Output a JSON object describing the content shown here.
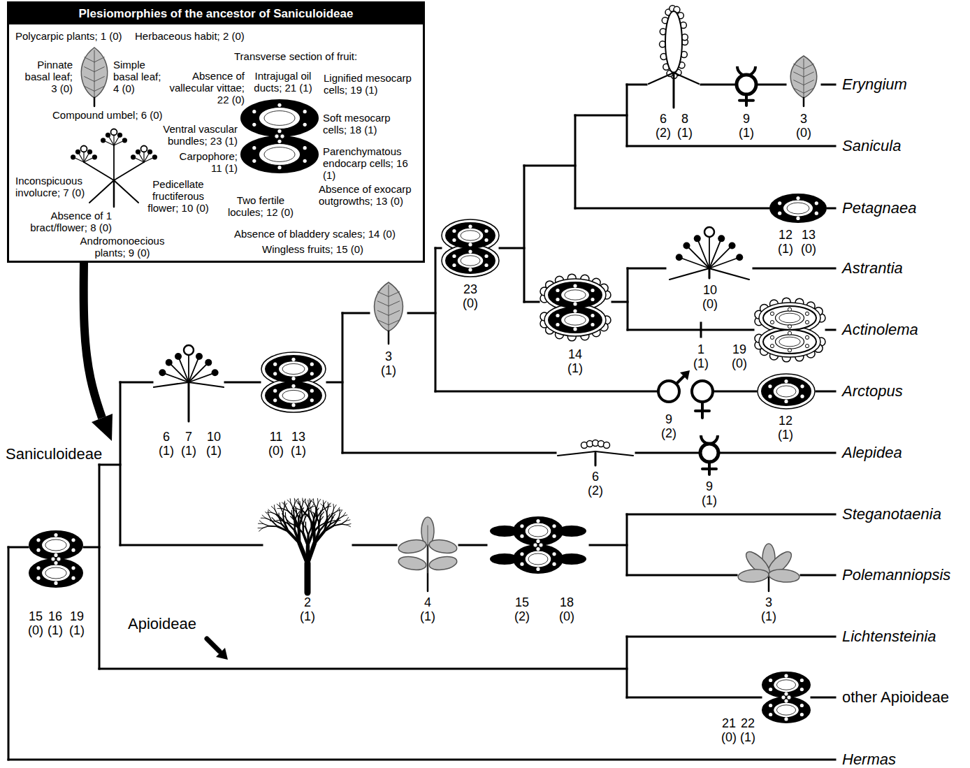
{
  "diagram": {
    "nodes": [
      {
        "text": [
          "Plesiomorphies of the ancestor of Saniculoideae",
          "Polycarpic plants; 1 (0)",
          "Herbaceous habit; 2 (0)",
          "Transverse section of fruit:",
          "Pinnate basal leaf; 3 (0)",
          "Simple basal leaf; 4 (0)",
          "Absence of vallecular vittae; 22 (0)",
          "Intrajugal oil ducts; 21 (1)",
          "Lignified mesocarp cells; 19 (1)",
          "Compound umbel; 6 (0)",
          "Soft mesocarp cells; 18 (1)",
          "Ventral vascular bundles; 23 (1)",
          "Parenchymatous endocarp cells; 16 (1)",
          "Carpophore; 11 (1)",
          "Inconspicuous involucre; 7 (0)",
          "Pedicellate fructiferous flower; 10 (0)",
          "Absence of exocarp outgrowths; 13 (0)",
          "Two fertile locules; 12 (0)",
          "Absence of 1 bract/flower; 8 (0)",
          "Absence of bladdery scales; 14 (0)",
          "Andromonoecious plants; 9 (0)",
          "Wingless fruits; 15 (0)"
        ]
      }
    ],
    "labels": [
      "6 (2)",
      "8 (1)",
      "9 (1)",
      "3 (0)",
      "Eryngium",
      "Sanicula",
      "Petagnaea",
      "12 (1)",
      "13 (0)",
      "Astrantia",
      "23 (0)",
      "10 (0)",
      "Actinolema",
      "1 (1)",
      "19 (0)",
      "3 (1)",
      "14 (1)",
      "Arctopus",
      "9 (2)",
      "12 (1)",
      "Saniculoideae",
      "6 (1)",
      "7 (1)",
      "10 (1)",
      "11 (0)",
      "13 (1)",
      "Alepidea",
      "6 (2)",
      "9 (1)",
      "Steganotaenia",
      "Polemanniopsis",
      "3 (1)",
      "2 (1)",
      "4 (1)",
      "15 (2)",
      "18 (0)",
      "15 (0)",
      "16 (1)",
      "19 (1)",
      "Apioideae",
      "Lichtensteinia",
      "other Apioideae",
      "21 (0)",
      "22 (1)",
      "Hermas"
    ]
  }
}
